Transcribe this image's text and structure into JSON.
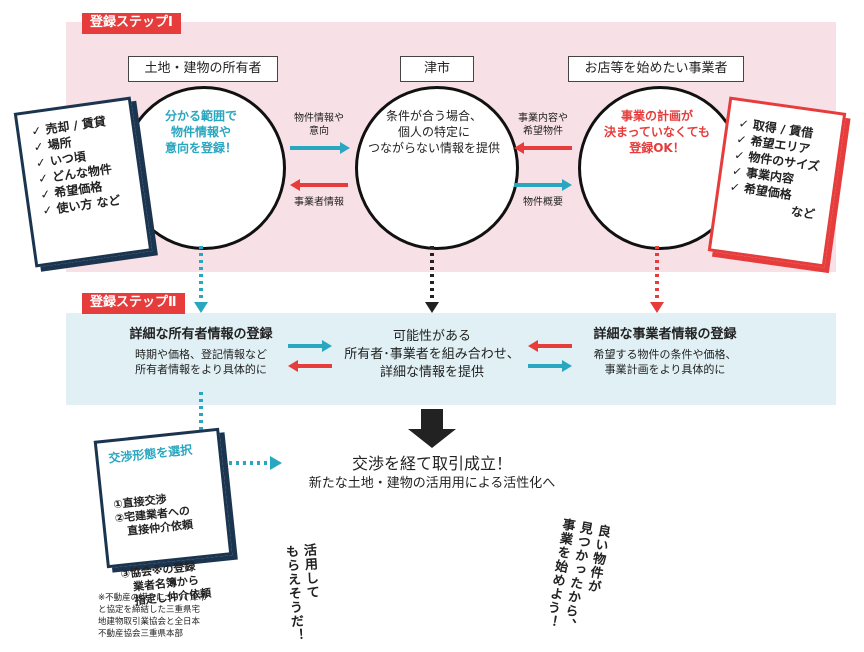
{
  "step1": {
    "tag": "登録ステップⅠ",
    "owner_label": "土地・建物の所有者",
    "city_label": "津市",
    "biz_label": "お店等を始めたい事業者",
    "owner_circle": [
      "分かる範囲で",
      "物件情報や",
      "意向を登録！"
    ],
    "city_circle": [
      "条件が合う場合、",
      "個人の特定に",
      "つながらない情報を提供"
    ],
    "biz_circle": [
      "事業の計画が",
      "決まっていなくても",
      "登録OK！"
    ],
    "arrow_owner_to_city": [
      "物件情報や",
      "意向"
    ],
    "arrow_city_to_owner": "事業者情報",
    "arrow_biz_to_city": [
      "事業内容や",
      "希望物件"
    ],
    "arrow_city_to_biz": "物件概要",
    "owner_checklist": [
      "売却 / 賃貸",
      "場所",
      "いつ頃",
      "どんな物件",
      "希望価格",
      "使い方 など"
    ],
    "biz_checklist": [
      "取得 / 賃借",
      "希望エリア",
      "物件のサイズ",
      "事業内容",
      "希望価格",
      "など"
    ]
  },
  "step2": {
    "tag": "登録ステップⅡ",
    "owner_title": "詳細な所有者情報の登録",
    "owner_desc": [
      "時期や価格、登記情報など",
      "所有者情報をより具体的に"
    ],
    "center": [
      "可能性がある",
      "所有者･事業者を組み合わせ、",
      "詳細な情報を提供"
    ],
    "biz_title": "詳細な事業者情報の登録",
    "biz_desc": [
      "希望する物件の条件や価格、",
      "事業計画をより具体的に"
    ]
  },
  "result": {
    "title": "交渉を経て取引成立！",
    "subtitle": "新たな土地・建物の活用用による活性化へ"
  },
  "nego": {
    "heading": "交渉形態を選択",
    "items": [
      "①直接交渉",
      "②宅建業者への",
      "　直接仲介依頼",
      "③協会※の登録",
      "　業者名簿から",
      "　指定し仲介依頼"
    ]
  },
  "footnote": [
    "※不動産の媒介について津市",
    "と協定を締結した三重県宅",
    "地建物取引業協会と全日本",
    "不動産協会三重県本部"
  ],
  "speech_owner": [
    "活用して",
    "もらえそうだ！"
  ],
  "speech_biz": [
    "良い物件が",
    "見つかったから、",
    "事業を始めよう！"
  ],
  "colors": {
    "teal": "#2aa7c0",
    "red": "#e63c3c",
    "navy": "#1b3550"
  }
}
